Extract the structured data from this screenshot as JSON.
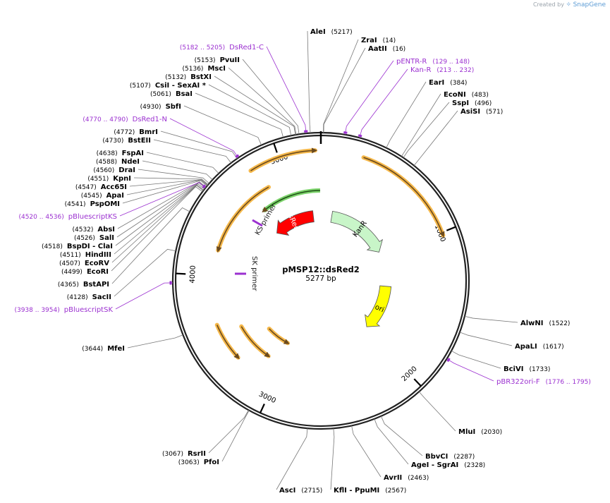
{
  "watermark": {
    "created_by": "Created by",
    "brand": "SnapGene"
  },
  "plasmid": {
    "name": "pMSP12::dsRed2",
    "size_label": "5277 bp",
    "length": 5277
  },
  "ticks": [
    {
      "bp": 1000,
      "label": "1000"
    },
    {
      "bp": 2000,
      "label": "2000"
    },
    {
      "bp": 3000,
      "label": "3000"
    },
    {
      "bp": 4000,
      "label": "4000"
    },
    {
      "bp": 5000,
      "label": "5000"
    }
  ],
  "colors": {
    "primer": "#9b30d0",
    "site": "#000000",
    "feature_outline": "#555555",
    "backbone": "#222222",
    "dsred": "#ff0000",
    "kanr": "#c8f5c8",
    "ori": "#ffff00",
    "orange": "#f5b84a"
  },
  "features": [
    {
      "name": "dsred2",
      "label": "DsRed2",
      "color": "#ff0000",
      "start": 4650,
      "end": 5180,
      "dir": -1,
      "r": 92,
      "label_color": "#ffffff"
    },
    {
      "name": "kanr",
      "label": "KanR",
      "color": "#c8f5c8",
      "start": 140,
      "end": 935,
      "dir": 1,
      "r": 92,
      "label_color": "#000000"
    },
    {
      "name": "ori",
      "label": "ori",
      "color": "#ffff00",
      "start": 1390,
      "end": 1980,
      "dir": 1,
      "r": 92,
      "label_color": "#000000"
    }
  ],
  "enzymes": [
    {
      "name": "AleI",
      "pos": "(5217)"
    },
    {
      "name": "ZraI",
      "pos": "(14)"
    },
    {
      "name": "AatII",
      "pos": "(16)"
    },
    {
      "name": "PvuII",
      "pos": "(5153)"
    },
    {
      "name": "MscI",
      "pos": "(5136)"
    },
    {
      "name": "BstXI",
      "pos": "(5132)"
    },
    {
      "name": "CsiI - SexAI *",
      "pos": "(5107)"
    },
    {
      "name": "BsaI",
      "pos": "(5061)"
    },
    {
      "name": "SbfI",
      "pos": "(4930)"
    },
    {
      "name": "BmrI",
      "pos": "(4772)"
    },
    {
      "name": "BstEII",
      "pos": "(4730)"
    },
    {
      "name": "FspAI",
      "pos": "(4638)"
    },
    {
      "name": "NdeI",
      "pos": "(4588)"
    },
    {
      "name": "DraI",
      "pos": "(4560)"
    },
    {
      "name": "KpnI",
      "pos": "(4551)"
    },
    {
      "name": "Acc65I",
      "pos": "(4547)"
    },
    {
      "name": "ApaI",
      "pos": "(4545)"
    },
    {
      "name": "PspOMI",
      "pos": "(4541)"
    },
    {
      "name": "AbsI",
      "pos": "(4532)"
    },
    {
      "name": "SalI",
      "pos": "(4526)"
    },
    {
      "name": "BspDI - ClaI",
      "pos": "(4518)"
    },
    {
      "name": "HindIII",
      "pos": "(4511)"
    },
    {
      "name": "EcoRV",
      "pos": "(4507)"
    },
    {
      "name": "EcoRI",
      "pos": "(4499)"
    },
    {
      "name": "BstAPI",
      "pos": "(4365)"
    },
    {
      "name": "SacII",
      "pos": "(4128)"
    },
    {
      "name": "MfeI",
      "pos": "(3644)"
    },
    {
      "name": "EarI",
      "pos": "(384)"
    },
    {
      "name": "EcoNI",
      "pos": "(483)"
    },
    {
      "name": "SspI",
      "pos": "(496)"
    },
    {
      "name": "AsiSI",
      "pos": "(571)"
    },
    {
      "name": "AlwNI",
      "pos": "(1522)"
    },
    {
      "name": "ApaLI",
      "pos": "(1617)"
    },
    {
      "name": "BciVI",
      "pos": "(1733)"
    },
    {
      "name": "MluI",
      "pos": "(2030)"
    },
    {
      "name": "BbvCI",
      "pos": "(2287)"
    },
    {
      "name": "AgeI - SgrAI",
      "pos": "(2328)"
    },
    {
      "name": "AvrII",
      "pos": "(2463)"
    },
    {
      "name": "KflI - PpuMI",
      "pos": "(2567)"
    },
    {
      "name": "AscI",
      "pos": "(2715)"
    },
    {
      "name": "RsrII",
      "pos": "(3067)"
    },
    {
      "name": "PfoI",
      "pos": "(3063)"
    }
  ],
  "primers": [
    {
      "name": "DsRed1-C",
      "pos": "(5182 .. 5205)"
    },
    {
      "name": "pENTR-R",
      "pos": "(129 .. 148)"
    },
    {
      "name": "Kan-R",
      "pos": "(213 .. 232)"
    },
    {
      "name": "DsRed1-N",
      "pos": "(4770 .. 4790)"
    },
    {
      "name": "pBluescriptKS",
      "pos": "(4520 .. 4536)"
    },
    {
      "name": "pBluescriptSK",
      "pos": "(3938 .. 3954)"
    },
    {
      "name": "pBR322ori-F",
      "pos": "(1776 .. 1795)"
    }
  ],
  "inner_primers": [
    {
      "name": "ks",
      "label": "KS primer"
    },
    {
      "name": "sk",
      "label": "SK primer"
    }
  ]
}
